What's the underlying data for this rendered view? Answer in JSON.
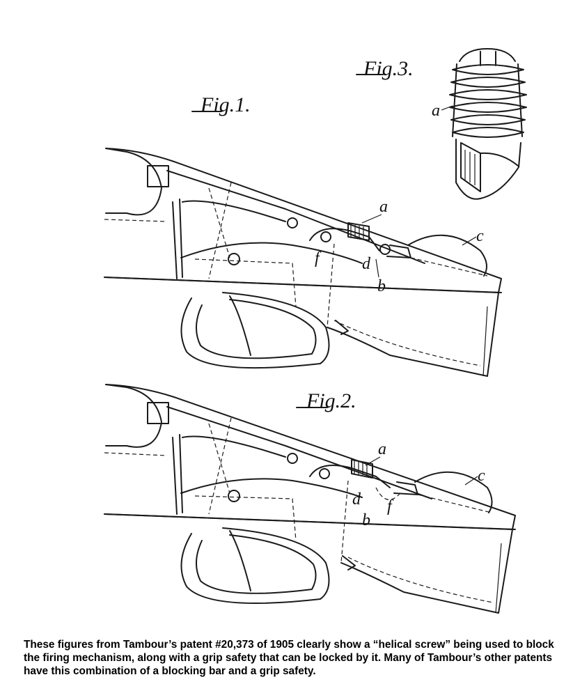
{
  "figures": {
    "fig1_label": "Fig.1.",
    "fig2_label": "Fig.2.",
    "fig3_label": "Fig.3."
  },
  "references": {
    "fig1": [
      "a",
      "c",
      "f",
      "d",
      "b"
    ],
    "fig2": [
      "a",
      "c",
      "d",
      "f",
      "b"
    ],
    "fig3": [
      "a"
    ]
  },
  "caption": "These figures from Tambour’s patent #20,373 of 1905 clearly show a “helical screw” being used to block the firing mechanism, along with a grip safety that can be locked by it.  Many of Tambour’s other patents have this combination of a blocking bar and a grip safety."
}
